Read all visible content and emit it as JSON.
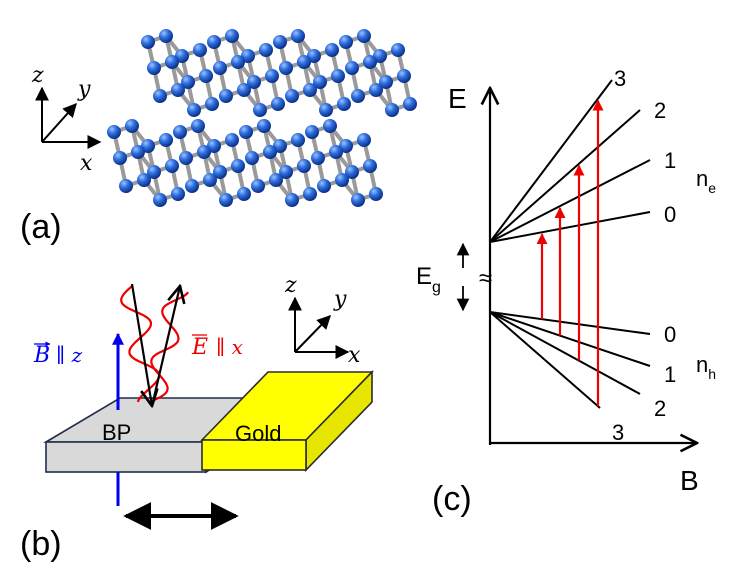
{
  "panel_a": {
    "label": "(a)",
    "axes": {
      "z": "z",
      "y": "y",
      "x": "x"
    },
    "atom_color": "#1f5fd6",
    "bond_color": "#9a9a9a"
  },
  "panel_b": {
    "label": "(b)",
    "sample_label": "BP",
    "gold_label": "Gold",
    "b_field_symbol": "B",
    "b_field_relation": "∥ z",
    "e_field_symbol": "E",
    "e_field_relation": "∥ x",
    "axes": {
      "z": "z",
      "y": "y",
      "x": "x"
    },
    "b_color": "#0000ee",
    "e_color": "#ee0000",
    "gold_color": "#ffff00",
    "sample_color": "#d9d9d9"
  },
  "panel_c": {
    "label": "(c)",
    "y_axis_label": "E",
    "x_axis_label": "B",
    "gap_label": "E",
    "gap_subscript": "g",
    "gap_break_symbol": "≈",
    "electron_label": "n",
    "electron_subscript": "e",
    "hole_label": "n",
    "hole_subscript": "h",
    "electron_levels": [
      "0",
      "1",
      "2",
      "3"
    ],
    "hole_levels": [
      "0",
      "1",
      "2",
      "3"
    ],
    "transition_color": "#ee0000"
  }
}
